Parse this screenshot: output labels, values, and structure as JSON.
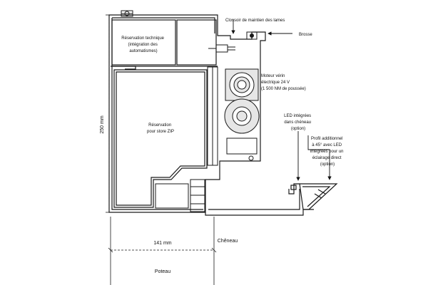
{
  "labels": {
    "reservation_technique": [
      "Réservation technique",
      "(intégration des",
      "automatismes)"
    ],
    "reservation_store": [
      "Réservation",
      "pour store ZIP"
    ],
    "clossoir": "Clossoir de maintien des lames",
    "brosse": "Brosse",
    "moteur": [
      "Moteur vérin",
      "électrique 24 V",
      "(1 500 NM de poussée)"
    ],
    "led": [
      "LED intégrées",
      "dans chéneau",
      "(option)"
    ],
    "profil": [
      "Profil additionnel",
      "à 45° avec LED",
      "intégrées pour un",
      "éclairage direct",
      "(option)"
    ],
    "height_dim": "250 mm",
    "width_dim": "141 mm",
    "cheneau": "Chêneau",
    "poteau": "Poteau"
  },
  "colors": {
    "line": "#1a1a1a",
    "fill": "#ffffff",
    "motor_fill": "#e6e6e6"
  }
}
